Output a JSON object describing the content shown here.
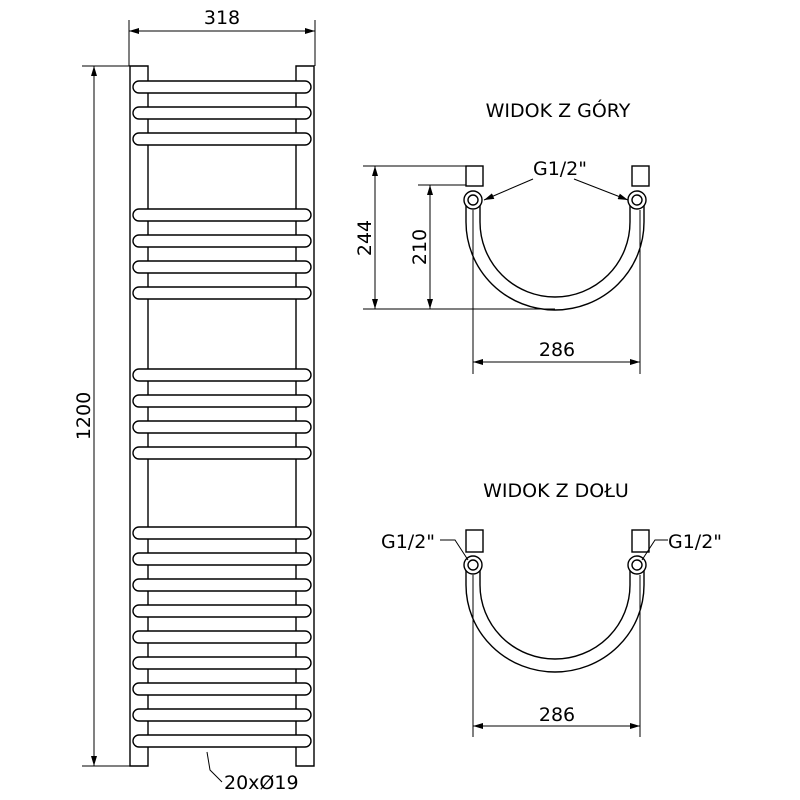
{
  "front_view": {
    "width_dim": "318",
    "height_dim": "1200",
    "bar_label": "20xØ19",
    "bar_groups": [
      3,
      4,
      4,
      9
    ]
  },
  "top_view": {
    "title": "WIDOK Z GÓRY",
    "depth_total": "244",
    "depth_axis": "210",
    "spacing": "286",
    "connection": "G1/2\""
  },
  "bottom_view": {
    "title": "WIDOK Z DOŁU",
    "spacing": "286",
    "connection_left": "G1/2\"",
    "connection_right": "G1/2\""
  },
  "colors": {
    "line": "#000000",
    "background": "#ffffff"
  }
}
